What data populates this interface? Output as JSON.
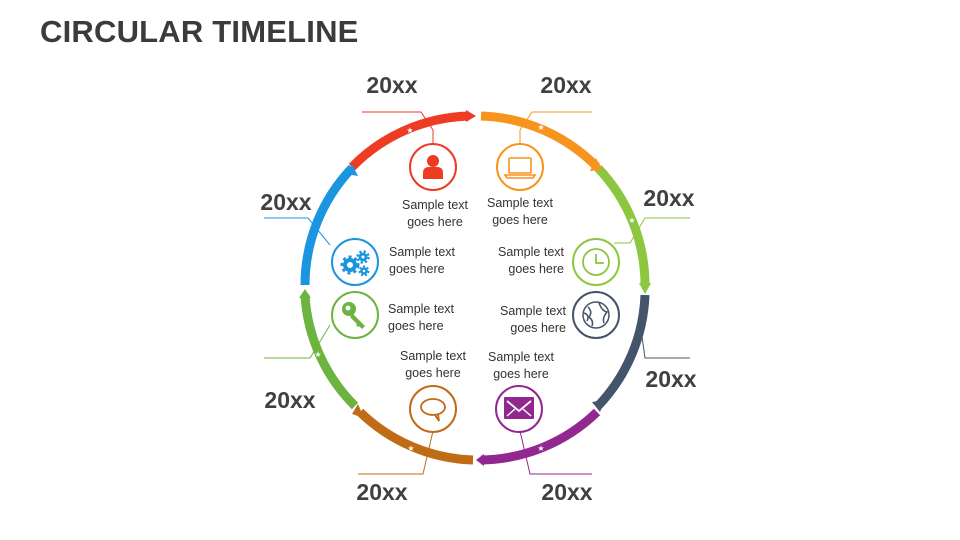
{
  "title": "CIRCULAR TIMELINE",
  "colors": {
    "red": "#ee3b24",
    "orange": "#f7941d",
    "green": "#8dc63f",
    "slate": "#44546a",
    "purple": "#92278f",
    "brown": "#c06b16",
    "green_dark": "#6db33f",
    "blue": "#1b95e0"
  },
  "segments": [
    {
      "id": "s1",
      "year": "20xx",
      "color": "red",
      "icon": "user-icon",
      "text_line1": "Sample text",
      "text_line2": "goes here"
    },
    {
      "id": "s2",
      "year": "20xx",
      "color": "orange",
      "icon": "laptop-icon",
      "text_line1": "Sample text",
      "text_line2": "goes here"
    },
    {
      "id": "s3",
      "year": "20xx",
      "color": "green",
      "icon": "clock-icon",
      "text_line1": "Sample text",
      "text_line2": "goes here"
    },
    {
      "id": "s4",
      "year": "20xx",
      "color": "slate",
      "icon": "globe-icon",
      "text_line1": "Sample text",
      "text_line2": "goes here"
    },
    {
      "id": "s5",
      "year": "20xx",
      "color": "purple",
      "icon": "mail-icon",
      "text_line1": "Sample text",
      "text_line2": "goes here"
    },
    {
      "id": "s6",
      "year": "20xx",
      "color": "brown",
      "icon": "chat-bubble-icon",
      "text_line1": "Sample text",
      "text_line2": "goes here"
    },
    {
      "id": "s7",
      "year": "20xx",
      "color": "green_dark",
      "icon": "key-icon",
      "text_line1": "Sample text",
      "text_line2": "goes here"
    },
    {
      "id": "s8",
      "year": "20xx",
      "color": "blue",
      "icon": "gears-icon",
      "text_line1": "Sample text",
      "text_line2": "goes here"
    }
  ]
}
